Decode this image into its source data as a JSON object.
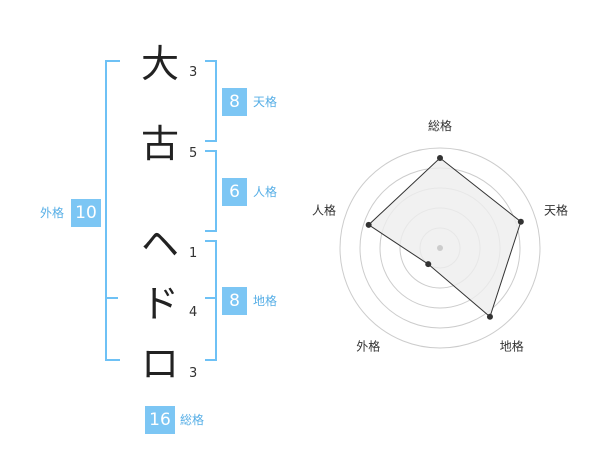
{
  "name": {
    "chars": [
      "大",
      "古",
      "ヘ",
      "ド",
      "ロ"
    ],
    "strokes": [
      3,
      5,
      1,
      4,
      3
    ]
  },
  "fortune": {
    "tenkaku": {
      "value": "8",
      "label": "天格"
    },
    "jinkaku": {
      "value": "6",
      "label": "人格"
    },
    "chikaku": {
      "value": "8",
      "label": "地格"
    },
    "gaikaku": {
      "value": "10",
      "label": "外格"
    },
    "soukaku": {
      "value": "16",
      "label": "総格"
    }
  },
  "radar": {
    "axes": [
      "総格",
      "天格",
      "地格",
      "外格",
      "人格"
    ],
    "values": [
      0.9,
      0.85,
      0.85,
      0.2,
      0.75
    ],
    "rings": 5
  },
  "colors": {
    "accent": "#7cc6f4",
    "bracket": "#6ec1f5",
    "label": "#56aee6",
    "polygon_fill": "#eeeeee",
    "polygon_stroke": "#333333",
    "grid": "#cccccc"
  }
}
